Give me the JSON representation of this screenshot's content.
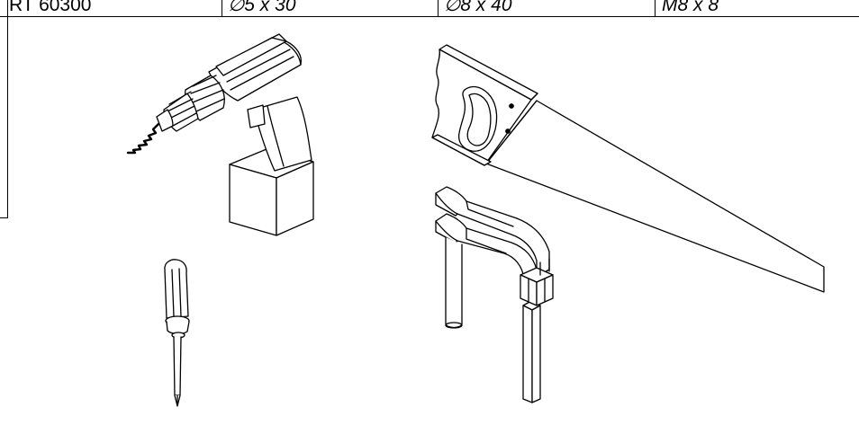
{
  "parts_table": {
    "row": [
      "RT 60300",
      "∅5 x 30",
      "∅8 x 40",
      "M8 x 8"
    ]
  },
  "illustration": {
    "tools": [
      {
        "name": "drill-icon"
      },
      {
        "name": "saw-icon"
      },
      {
        "name": "screwdriver-icon"
      },
      {
        "name": "clamp-icon"
      }
    ]
  },
  "colors": {
    "line": "#000000",
    "background": "#ffffff"
  }
}
